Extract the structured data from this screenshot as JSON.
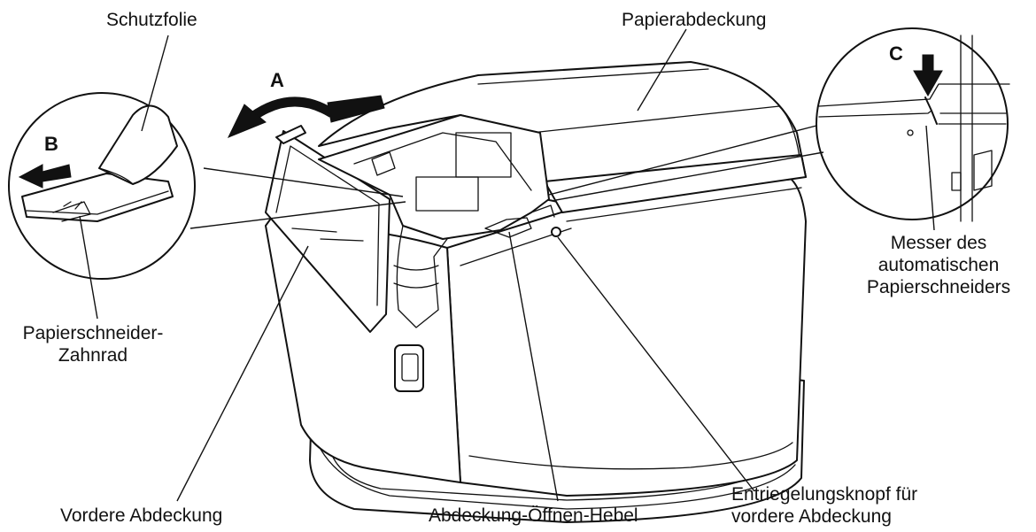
{
  "labels": {
    "protective_film": "Schutzfolie",
    "paper_cover": "Papierabdeckung",
    "cutter_blade": "Messer des\nautomatischen\nPapierschneiders",
    "cutter_gear": "Papierschneider-\nZahnrad",
    "front_cover": "Vordere Abdeckung",
    "cover_open_lever": "Abdeckung-Öffnen-Hebel",
    "front_cover_release": "Entriegelungsknopf für\nvordere Abdeckung"
  },
  "steps": {
    "a": "A",
    "b": "B",
    "c": "C"
  },
  "icons": {
    "arrow_a": "curved-arrow-left",
    "arrow_b": "arrow-left",
    "arrow_c": "arrow-down"
  }
}
